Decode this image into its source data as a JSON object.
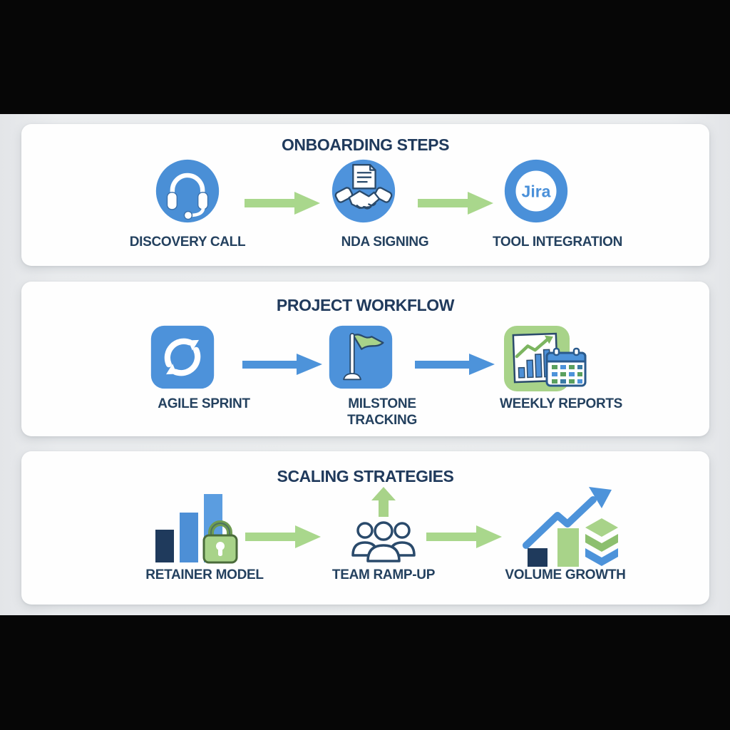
{
  "panels": [
    {
      "title": "ONBOARDING STEPS",
      "arrow_color": "#a9d78c",
      "steps": [
        {
          "label": "DISCOVERY CALL",
          "icon": "headset-icon"
        },
        {
          "label": "NDA SIGNING",
          "icon": "nda-handshake-icon"
        },
        {
          "label": "TOOL INTEGRATION",
          "icon": "jira-ring-icon",
          "badge": "Jira"
        }
      ]
    },
    {
      "title": "PROJECT WORKFLOW",
      "arrow_color": "#4d93da",
      "steps": [
        {
          "label": "AGILE SPRINT",
          "icon": "sync-arrows-icon"
        },
        {
          "label": "MILSTONE TRACKING",
          "icon": "flag-icon"
        },
        {
          "label": "WEEKLY REPORTS",
          "icon": "chart-calendar-icon"
        }
      ]
    },
    {
      "title": "SCALING STRATEGIES",
      "arrow_color": "#a9d78c",
      "steps": [
        {
          "label": "RETAINER MODEL",
          "icon": "bars-lock-icon"
        },
        {
          "label": "TEAM RAMP-UP",
          "icon": "team-up-arrow-icon"
        },
        {
          "label": "VOLUME GROWTH",
          "icon": "growth-trend-icon"
        }
      ]
    }
  ],
  "colors": {
    "background": "#060606",
    "stage": "#eceef0",
    "card": "#fefefe",
    "title_text": "#203a5c",
    "label_text": "#24415f",
    "blue_icon": "#4a8fd6",
    "blue_square": "#4d92da",
    "green_square": "#a8d389",
    "green_arrow": "#a9d78c",
    "blue_arrow": "#4d93da",
    "bar_navy": "#1f3a5c",
    "bar_blue": "#4d8fd6",
    "bar_light_blue": "#5b9de0",
    "lock_green": "#a8d389"
  }
}
